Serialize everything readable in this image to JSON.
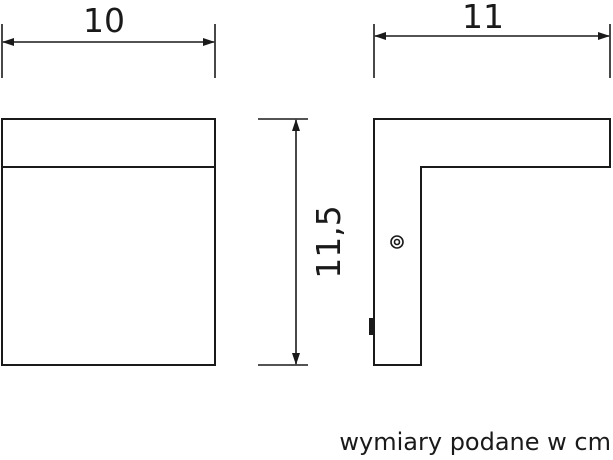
{
  "dimensions": {
    "width_front": "10",
    "depth_side": "11",
    "height": "11,5"
  },
  "units_note": "wymiary podane w cm"
}
